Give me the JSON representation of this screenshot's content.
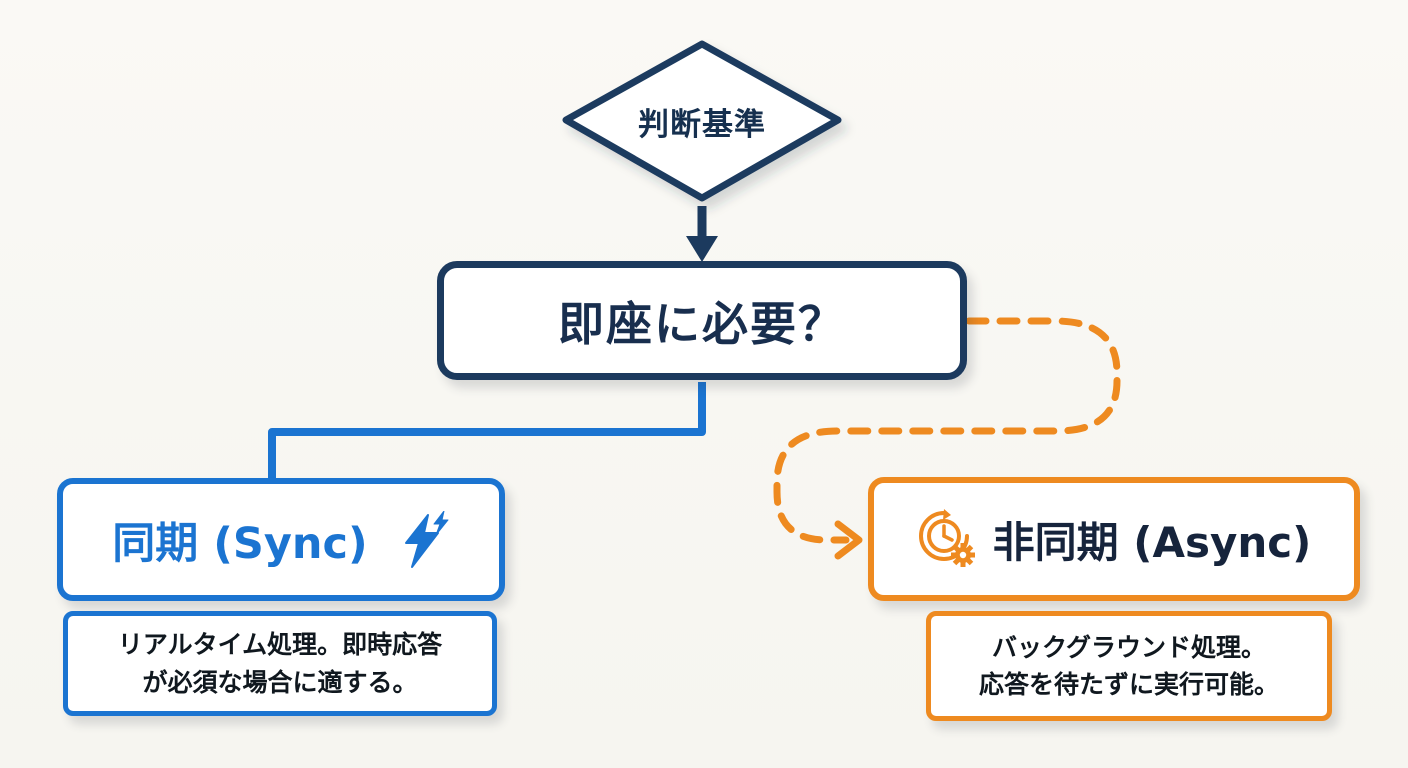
{
  "diagram": {
    "decision": {
      "label": "判断基準"
    },
    "question": {
      "label": "即座に必要？"
    },
    "sync": {
      "title": "同期 (Sync)",
      "icon": "lightning-icon",
      "description_line1": "リアルタイム処理。即時応答",
      "description_line2": "が必須な場合に適する。"
    },
    "async": {
      "title": "非同期 (Async)",
      "icon": "clock-gear-icon",
      "description_line1": "バックグラウンド処理。",
      "description_line2": "応答を待たずに実行可能。"
    },
    "colors": {
      "navy": "#1c3a5e",
      "blue": "#1b74d1",
      "orange": "#ee8a20",
      "background": "#f8f7f2"
    }
  }
}
